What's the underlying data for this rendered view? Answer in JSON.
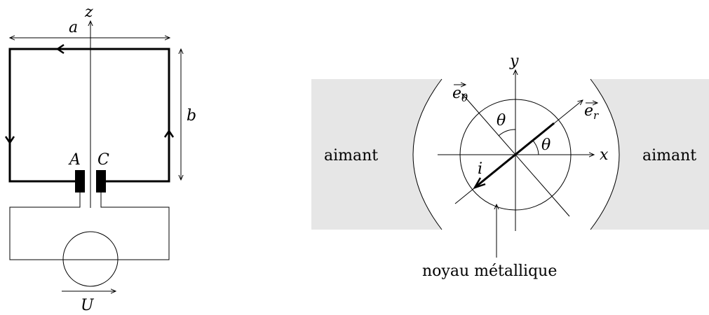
{
  "left_figure": {
    "labels": {
      "z": "z",
      "a": "a",
      "b": "b",
      "A": "A",
      "C": "C",
      "U": "U"
    }
  },
  "right_figure": {
    "labels": {
      "y": "y",
      "x": "x",
      "e_theta": "e",
      "e_theta_sub": "θ",
      "e_r": "e",
      "e_r_sub": "r",
      "theta_top": "θ",
      "theta_right": "θ",
      "i": "i",
      "magnet_left": "aimant",
      "magnet_right": "aimant",
      "core": "noyau métallique"
    }
  },
  "colors": {
    "magnet_fill": "#e6e6e6",
    "stroke": "#000000"
  }
}
